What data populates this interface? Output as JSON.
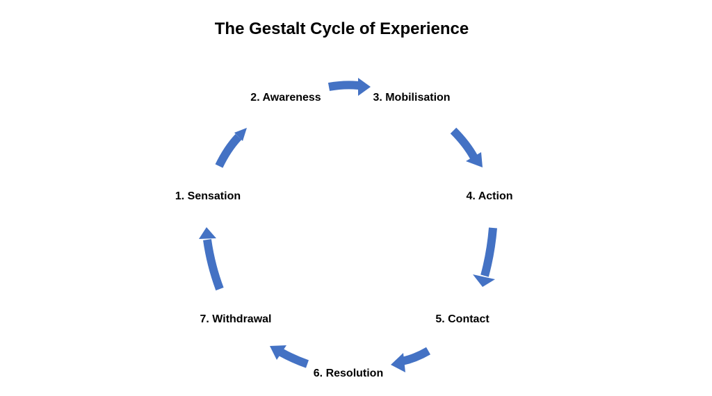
{
  "title": "The Gestalt Cycle of Experience",
  "arrow_color": "#4472C4",
  "stages": [
    {
      "label": "1. Sensation"
    },
    {
      "label": "2. Awareness"
    },
    {
      "label": "3. Mobilisation"
    },
    {
      "label": "4. Action"
    },
    {
      "label": "5. Contact"
    },
    {
      "label": "6. Resolution"
    },
    {
      "label": "7. Withdrawal"
    }
  ],
  "arrows": [
    {
      "from": "1. Sensation",
      "to": "2. Awareness"
    },
    {
      "from": "2. Awareness",
      "to": "3. Mobilisation"
    },
    {
      "from": "3. Mobilisation",
      "to": "4. Action"
    },
    {
      "from": "4. Action",
      "to": "5. Contact"
    },
    {
      "from": "5. Contact",
      "to": "6. Resolution"
    },
    {
      "from": "6. Resolution",
      "to": "7. Withdrawal"
    },
    {
      "from": "7. Withdrawal",
      "to": "1. Sensation"
    }
  ]
}
